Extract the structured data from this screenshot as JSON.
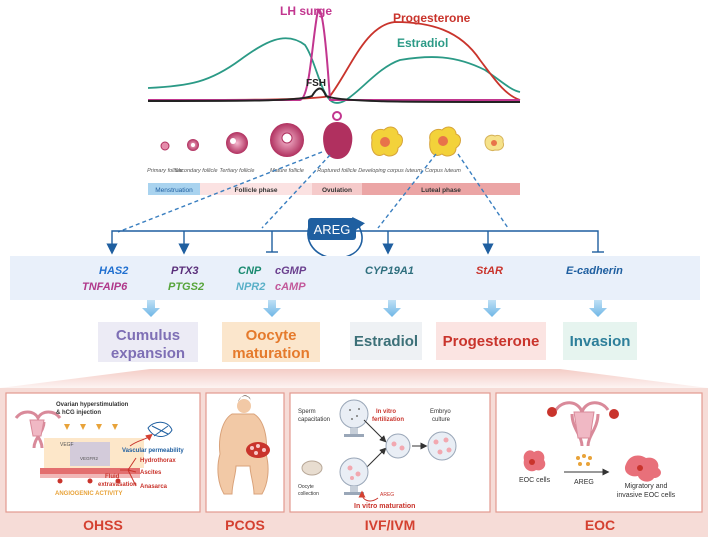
{
  "colors": {
    "lh": "#c2368f",
    "progesterone": "#c9342c",
    "estradiol": "#2b9a86",
    "fsh": "#222222",
    "navy": "#1f5fa0",
    "dashed": "#3a7fc0",
    "green": "#56a43a",
    "purple": "#6a3f8e",
    "teal": "#36a0a6",
    "magenta": "#b0388a",
    "orange": "#e46a2c",
    "bottom_red": "#d44030"
  },
  "hormones": {
    "lh": "LH surge",
    "progesterone": "Progesterone",
    "estradiol": "Estradiol",
    "fsh": "FSH"
  },
  "follicles": {
    "primary": "Primary follicle",
    "secondary": "Secondary follicle",
    "tertiary": "Tertiary follicle",
    "mature": "Mature follicle",
    "ruptured": "Ruptured follicle",
    "developing_cl": "Developing corpus luteum",
    "corpus_luteum": "Corpus luteum"
  },
  "phases": {
    "menstruation": "Menstruation",
    "follicle": "Follicle phase",
    "ovulation": "Ovulation",
    "luteal": "Luteal phase"
  },
  "areg": "AREG",
  "genes": {
    "has2": "HAS2",
    "tnfaip6": "TNFAIP6",
    "ptx3": "PTX3",
    "ptgs2": "PTGS2",
    "cnp": "CNP",
    "npr2": "NPR2",
    "cgmp": "cGMP",
    "camp": "cAMP",
    "cyp19a1": "CYP19A1",
    "star": "StAR",
    "ecadherin": "E-cadherin"
  },
  "outcomes": {
    "cumulus_1": "Cumulus",
    "cumulus_2": "expansion",
    "oocyte_1": "Oocyte",
    "oocyte_2": "maturation",
    "estradiol": "Estradiol",
    "progesterone": "Progesterone",
    "invasion": "Invasion"
  },
  "ohss": {
    "title": "OHSS",
    "injection_1": "Ovarian hyperstimulation",
    "injection_2": "& hCG injection",
    "vegf": "VEGF",
    "vegfr2": "VEGFR2",
    "vascular": "Vascular permeability",
    "fluid_1": "Fluid",
    "fluid_2": "extravasation",
    "hydrothorax": "Hydrothorax",
    "ascites": "Ascites",
    "anasarca": "Anasarca",
    "angiogenic": "ANGIOGENIC ACTIVITY"
  },
  "pcos": {
    "title": "PCOS"
  },
  "ivf": {
    "title": "IVF/IVM",
    "sperm_1": "Sperm",
    "sperm_2": "capacitation",
    "fert_1": "In vitro",
    "fert_2": "fertilization",
    "embryo_1": "Embryo",
    "embryo_2": "culture",
    "oocyte_1": "Oocyte",
    "oocyte_2": "collection",
    "areg": "AREG",
    "maturation": "In vitro maturation"
  },
  "eoc": {
    "title": "EOC",
    "cells": "EOC cells",
    "areg": "AREG",
    "result_1": "Migratory and",
    "result_2": "invasive EOC cells"
  }
}
